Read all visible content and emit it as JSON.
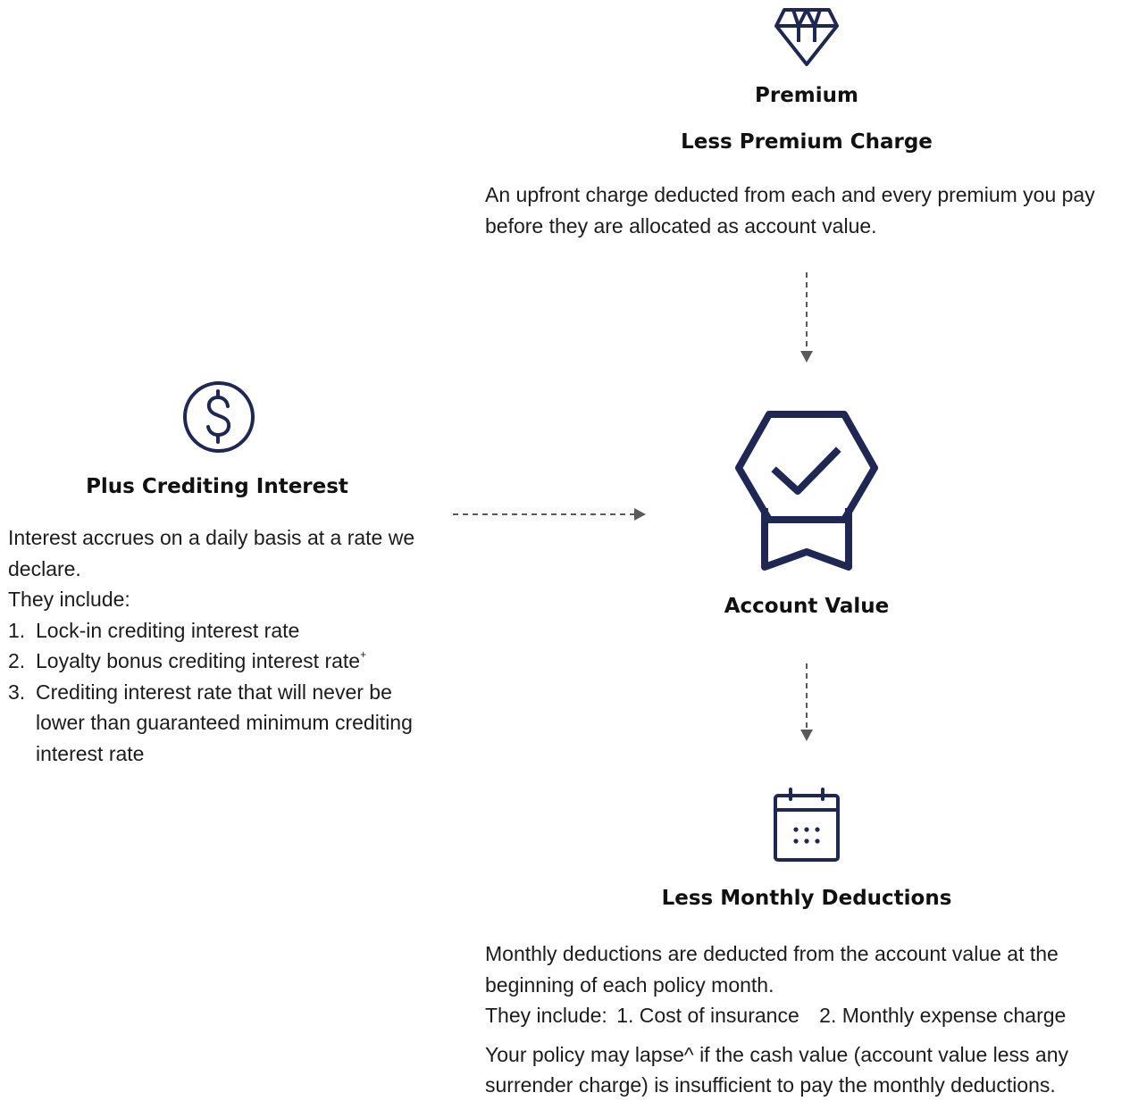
{
  "icons": {
    "premium": "diamond-icon",
    "interest": "dollar-coin-icon",
    "account": "award-badge-check-icon",
    "deductions": "calendar-icon",
    "color": "#1f2754"
  },
  "premium": {
    "title": "Premium",
    "subtitle": "Less Premium Charge",
    "description": "An upfront charge deducted from each and every premium you pay before they are allocated as account value."
  },
  "interest": {
    "title": "Plus Crediting Interest",
    "description": "Interest accrues on a daily basis at a rate we declare.",
    "include_label": "They include:",
    "items": [
      {
        "num": "1.",
        "text": "Lock-in crediting interest rate",
        "sup": ""
      },
      {
        "num": "2.",
        "text": "Loyalty bonus crediting interest rate",
        "sup": "+"
      },
      {
        "num": "3.",
        "text": "Crediting interest rate that will never be lower than guaranteed minimum crediting interest rate",
        "sup": ""
      }
    ]
  },
  "account": {
    "title": "Account Value"
  },
  "deductions": {
    "title": "Less Monthly Deductions",
    "description": "Monthly deductions are deducted from the account value at the beginning of each policy month.",
    "include_label": "They include:",
    "items": [
      {
        "num": "1.",
        "text": "Cost of insurance"
      },
      {
        "num": "2.",
        "text": "Monthly expense charge"
      }
    ],
    "note": "Your policy may lapse^ if the cash value (account value less any surrender charge) is insufficient to pay the monthly deductions."
  }
}
